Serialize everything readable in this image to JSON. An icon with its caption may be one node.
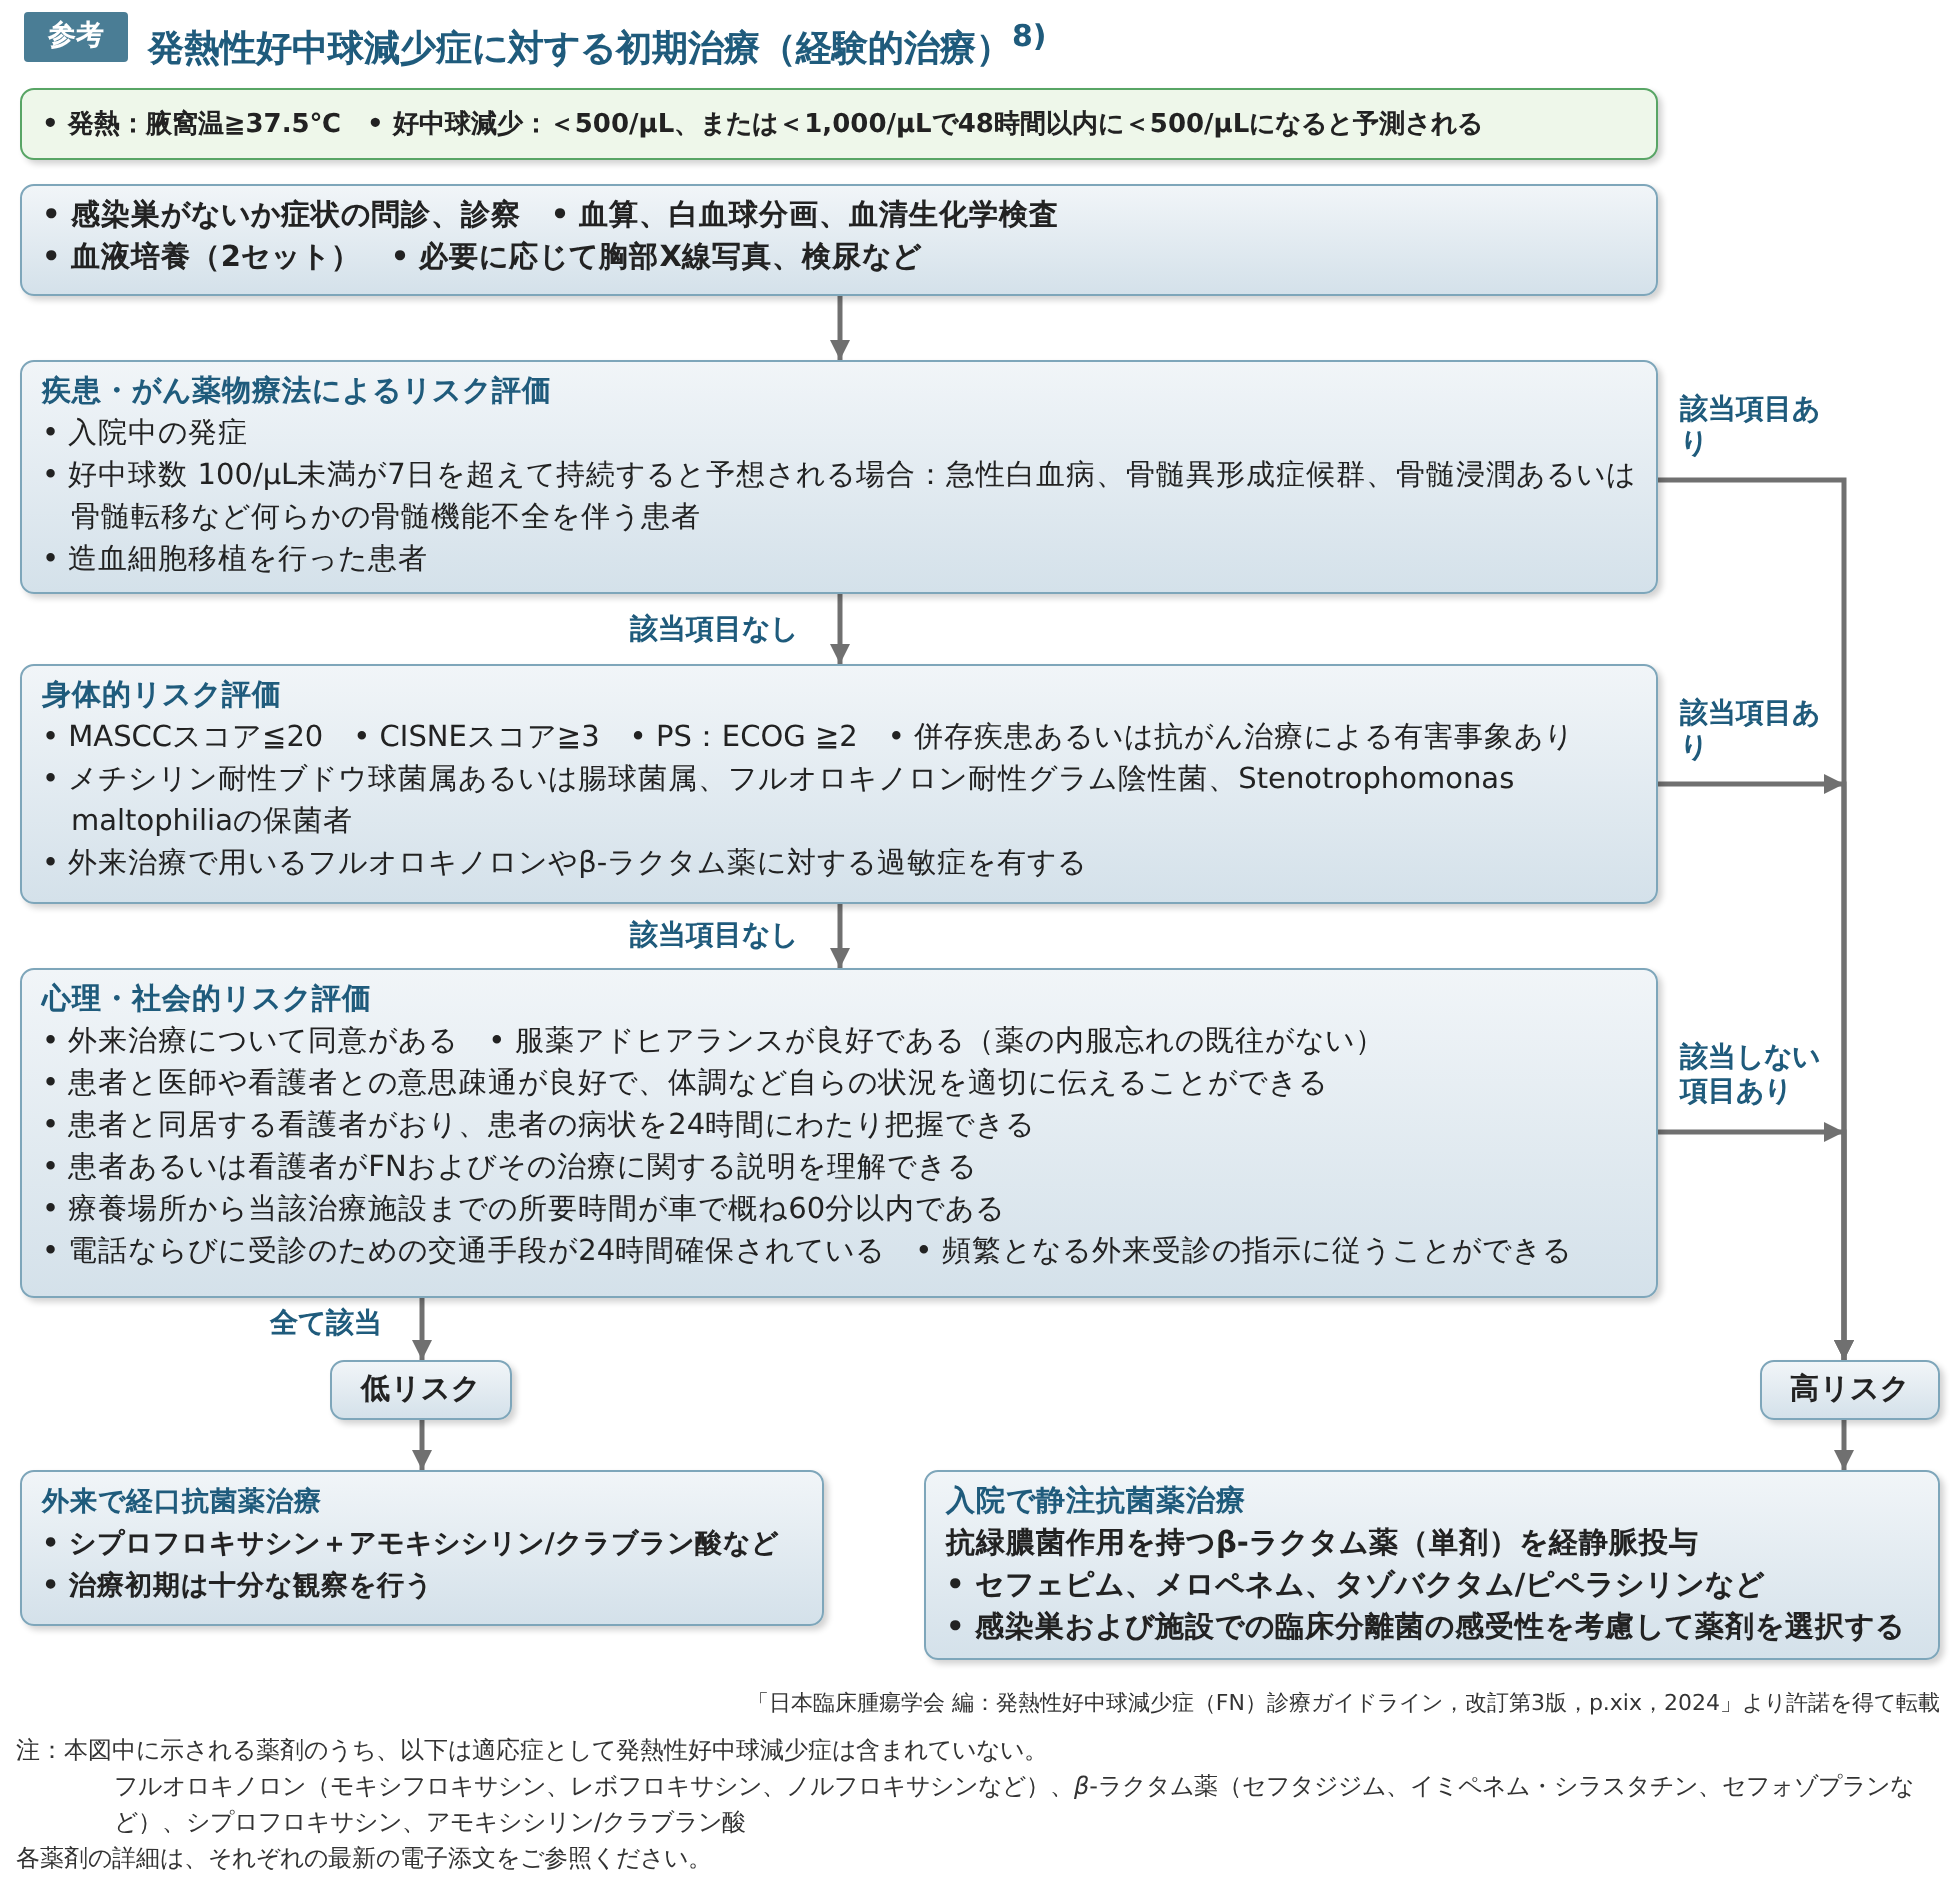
{
  "diagram": {
    "title": "発熱性好中球減少症に対する初期治療（経験的治療）$^{8)}$",
    "nodes": [
      {
        "text": [
          "• 発熱：腋窩温≧37.5℃　• 好中球減少：＜500/μL、または＜1,000/μLで48時間以内に＜500/μLになると予測される"
        ]
      },
      {
        "text": [
          "• 感染巣がないか症状の問診、診察　• 血算、白血球分画、血清生化学検査",
          "• 血液培養（2セット）　• 必要に応じて胸部X線写真、検尿など"
        ]
      },
      {
        "text": [
          "疾患・がん薬物療法によるリスク評価",
          "• 入院中の発症",
          "• 好中球数 100/μL未満が7日を超えて持続すると予想される場合：急性白血病、骨髄異形成症候群、骨髄浸潤あるいは骨髄転移など何らかの骨髄機能不全を伴う患者",
          "• 造血細胞移植を行った患者"
        ]
      },
      {
        "text": [
          "身体的リスク評価",
          "• MASCCスコア≦20　• CISNEスコア≧3　• PS：ECOG ≧2　• 併存疾患あるいは抗がん治療による有害事象あり",
          "• メチシリン耐性ブドウ球菌属あるいは腸球菌属、フルオロキノロン耐性グラム陰性菌、Stenotrophomonas maltophiliaの保菌者",
          "• 外来治療で用いるフルオロキノロンやβ-ラクタム薬に対する過敏症を有する"
        ]
      },
      {
        "text": [
          "心理・社会的リスク評価",
          "• 外来治療について同意がある　• 服薬アドヒアランスが良好である（薬の内服忘れの既往がない）",
          "• 患者と医師や看護者との意思疎通が良好で、体調など自らの状況を適切に伝えることができる",
          "• 患者と同居する看護者がおり、患者の病状を24時間にわたり把握できる",
          "• 患者あるいは看護者がFNおよびその治療に関する説明を理解できる",
          "• 療養場所から当該治療施設までの所要時間が車で概ね60分以内である",
          "• 電話ならびに受診のための交通手段が24時間確保されている　• 頻繁となる外来受診の指示に従うことができる"
        ]
      },
      {
        "text": [
          "低リスク"
        ]
      },
      {
        "text": [
          "高リスク"
        ]
      },
      {
        "text": [
          "外来で経口抗菌薬治療",
          "• シプロフロキサシン＋アモキシシリン/クラブラン酸など",
          "• 治療初期は十分な観察を行う"
        ]
      },
      {
        "text": [
          "入院で静注抗菌薬治療",
          "抗緑膿菌作用を持つβ-ラクタム薬（単剤）を経静脈投与",
          "• セフェピム、メロペネム、タゾバクタム/ピペラシリンなど",
          "• 感染巣および施設での臨床分離菌の感受性を考慮して薬剤を選択する"
        ]
      }
    ],
    "edges": [
      {
        "from": 1,
        "to": 2,
        "arrow": "to"
      },
      {
        "from": 2,
        "to": 3,
        "arrow": "to",
        "label": "該当項目なし"
      },
      {
        "from": 3,
        "to": 4,
        "arrow": "to",
        "label": "該当項目なし"
      },
      {
        "from": 4,
        "to": 5,
        "arrow": "to",
        "label": "全て該当"
      },
      {
        "from": 5,
        "to": 7,
        "arrow": "to"
      },
      {
        "from": 6,
        "to": 8,
        "arrow": "to"
      },
      {
        "from": 2,
        "to": 6,
        "arrow": "to",
        "label": "該当項目あり"
      },
      {
        "from": 3,
        "to": 6,
        "arrow": "to",
        "label": "該当項目あり"
      },
      {
        "from": 4,
        "to": 6,
        "arrow": "to",
        "label": "該当しない項目あり"
      }
    ],
    "labels": [
      "参考",
      "「日本臨床腫瘍学会 編：発熱性好中球減少症（FN）診療ガイドライン，改訂第3版，p.xix，2024」より許諾を得て転載",
      "注：本図中に示される薬剤のうち、以下は適応症として発熱性好中球減少症は含まれていない。",
      "フルオロキノロン（モキシフロキサシン、レボフロキサシン、ノルフロキサシンなど）、*β*-ラクタム薬（セフタジジム、イミペネム・シラスタチン、セフォゾプランなど）、シプロフロキサシン、アモキシシリン/クラブラン酸",
      "各薬剤の詳細は、それぞれの最新の電子添文をご参照ください。"
    ]
  }
}
